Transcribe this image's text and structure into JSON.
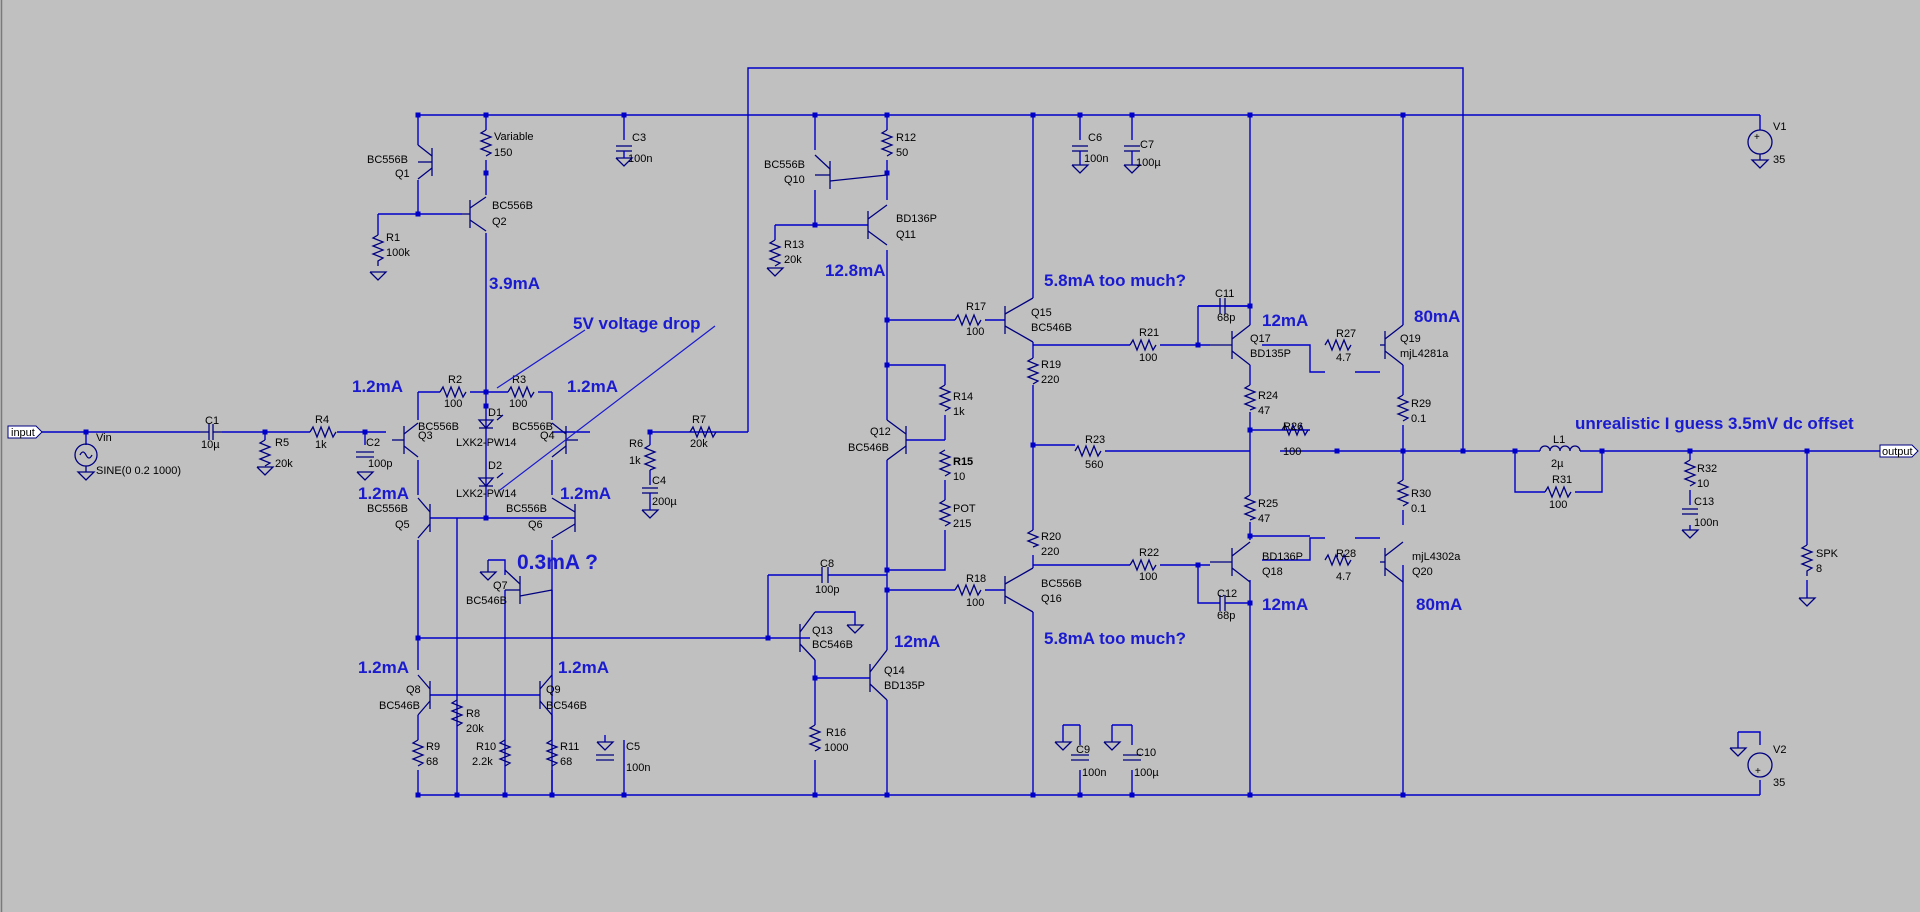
{
  "ports": {
    "input": "input",
    "output": "output"
  },
  "source": {
    "name": "Vin",
    "value": "SINE(0 0.2 1000)"
  },
  "supplies": [
    {
      "name": "V1",
      "value": "35"
    },
    {
      "name": "V2",
      "value": "35"
    }
  ],
  "resistors": {
    "R1": "100k",
    "R2": "100",
    "R3": "100",
    "R4": "1k",
    "R5": "20k",
    "R6": "1k",
    "R7": "20k",
    "R8": "20k",
    "R9": "68",
    "R10": "2.2k",
    "R11": "68",
    "R12": "50",
    "R13": "20k",
    "R14": "1k",
    "R15": "10",
    "R16": "1000",
    "R17": "100",
    "R18": "100",
    "R19": "220",
    "R20": "220",
    "R21": "100",
    "R22": "100",
    "R23": "560",
    "R24": "47",
    "R25": "47",
    "R26": "100",
    "R27": "4.7",
    "R28": "4.7",
    "R29": "0.1",
    "R30": "0.1",
    "R31": "100",
    "R32": "10",
    "VR": {
      "name": "Variable",
      "value": "150"
    },
    "POT": {
      "name": "POT",
      "value": "215"
    },
    "SPK": {
      "name": "SPK",
      "value": "8"
    }
  },
  "capacitors": {
    "C1": "10µ",
    "C2": "100p",
    "C3": "100n",
    "C4": "200µ",
    "C5": "100n",
    "C6": "100n",
    "C7": "100µ",
    "C8": "100p",
    "C9": "100n",
    "C10": "100µ",
    "C11": "68p",
    "C12": "68p",
    "C13": "100n"
  },
  "inductors": {
    "L1": "2µ"
  },
  "diodes": {
    "D1": "LXK2-PW14",
    "D2": "LXK2-PW14"
  },
  "transistors": {
    "Q1": "BC556B",
    "Q2": "BC556B",
    "Q3": "BC556B",
    "Q4": "BC556B",
    "Q5": "BC556B",
    "Q6": "BC556B",
    "Q7": "BC546B",
    "Q8": "BC546B",
    "Q9": "BC546B",
    "Q10": "BC556B",
    "Q11": "BD136P",
    "Q12": "BC546B",
    "Q13": "BC546B",
    "Q14": "BD135P",
    "Q15": "BC546B",
    "Q16": "BC556B",
    "Q17": "BD135P",
    "Q18": "BD136P",
    "Q19": "mjL4281a",
    "Q20": "mjL4302a"
  },
  "annotations": {
    "i_q2": "3.9mA",
    "v_drop": "5V  voltage drop",
    "i_q3": "1.2mA",
    "i_q4": "1.2mA",
    "i_q5": "1.2mA",
    "i_q6": "1.2mA",
    "i_q7": "0.3mA ?",
    "i_q8": "1.2mA",
    "i_q9": "1.2mA",
    "i_q11": "12.8mA",
    "i_q14": "12mA",
    "i_q15": "5.8mA too much?",
    "i_q16": "5.8mA too much?",
    "i_q17": "12mA",
    "i_q18": "12mA",
    "i_q19": "80mA",
    "i_q20": "80mA",
    "offset": "unrealistic I guess  3.5mV  dc offset"
  }
}
